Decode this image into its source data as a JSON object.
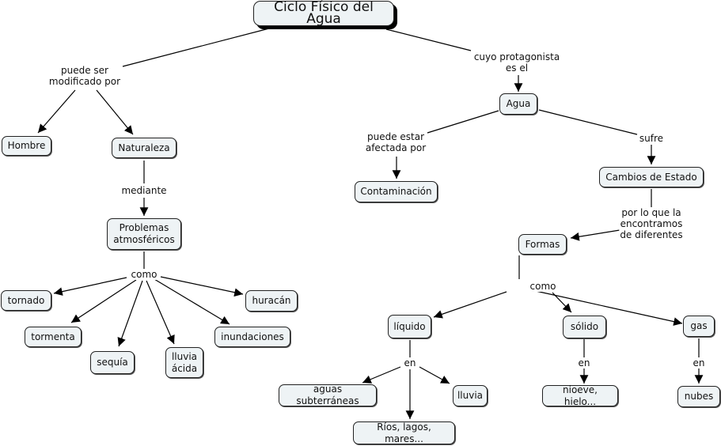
{
  "title": "Ciclo Físico del Agua",
  "nodes": {
    "hombre": "Hombre",
    "naturaleza": "Naturaleza",
    "problemas": "Problemas\natmosféricos",
    "tornado": "tornado",
    "tormenta": "tormenta",
    "sequia": "sequía",
    "lluvia_acida": "lluvia\nácida",
    "inundaciones": "inundaciones",
    "huracan": "huracán",
    "agua": "Agua",
    "contaminacion": "Contaminación",
    "cambios": "Cambios de Estado",
    "formas": "Formas",
    "liquido": "líquido",
    "solido": "sólido",
    "gas": "gas",
    "aguas_subterraneas": "aguas subterráneas",
    "lluvia": "lluvia",
    "rios": "Ríos, lagos, mares...",
    "nieve": "nioeve, hielo...",
    "nubes": "nubes"
  },
  "links": {
    "puede_ser": "puede ser\nmodificado por",
    "mediante": "mediante",
    "como1": "como",
    "cuyo": "cuyo protagonista\nes el",
    "puede_estar": "puede estar\nafectada por",
    "sufre": "sufre",
    "por_lo_que": "por lo que la\nencontramos\nde diferentes",
    "como2": "como",
    "en_liquido": "en",
    "en_solido": "en",
    "en_gas": "en"
  }
}
